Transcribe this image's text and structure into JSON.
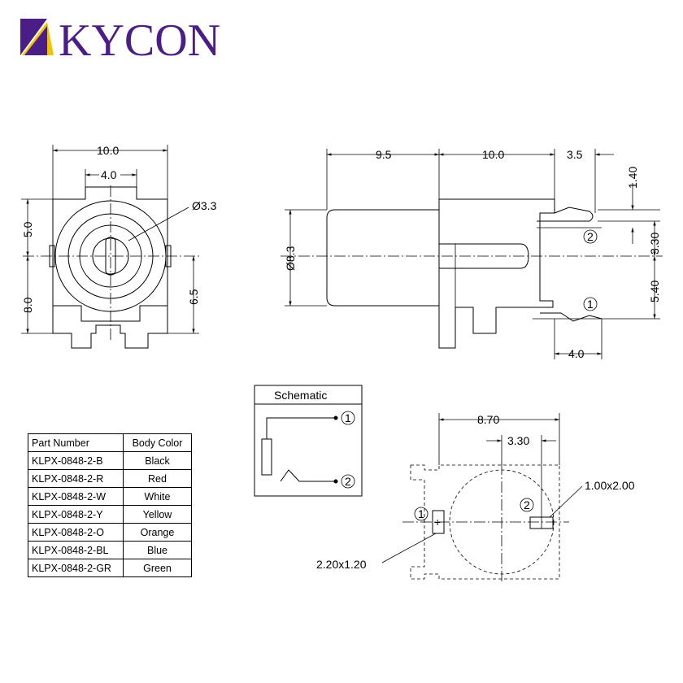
{
  "brand": {
    "name": "KYCON",
    "logo_purple": "#4b1e87",
    "logo_yellow": "#f2c200"
  },
  "front_view": {
    "dim_width": "10.0",
    "dim_top": "4.0",
    "dim_hole": "Ø3.3",
    "dim_left_upper": "5.0",
    "dim_left_lower": "8.0",
    "dim_right": "6.5"
  },
  "side_view": {
    "dim_barrel": "9.5",
    "dim_body": "10.0",
    "dim_pin_reach": "3.5",
    "dim_diameter": "Ø8.3",
    "dim_top_offset": "1.40",
    "dim_upper": "3.30",
    "dim_lower": "5.40",
    "dim_bottom": "4.0",
    "pin_label_2": "2",
    "pin_label_1": "1"
  },
  "schematic": {
    "title": "Schematic",
    "pin_1": "1",
    "pin_2": "2"
  },
  "footprint": {
    "dim_width": "8.70",
    "dim_offset": "3.30",
    "pad_large": "1.00x2.00",
    "pad_small": "2.20x1.20",
    "pin_1": "1",
    "pin_2": "2",
    "plus_sign": "+"
  },
  "parts_table": {
    "headers": [
      "Part Number",
      "Body Color"
    ],
    "rows": [
      [
        "KLPX-0848-2-B",
        "Black"
      ],
      [
        "KLPX-0848-2-R",
        "Red"
      ],
      [
        "KLPX-0848-2-W",
        "White"
      ],
      [
        "KLPX-0848-2-Y",
        "Yellow"
      ],
      [
        "KLPX-0848-2-O",
        "Orange"
      ],
      [
        "KLPX-0848-2-BL",
        "Blue"
      ],
      [
        "KLPX-0848-2-GR",
        "Green"
      ]
    ]
  }
}
